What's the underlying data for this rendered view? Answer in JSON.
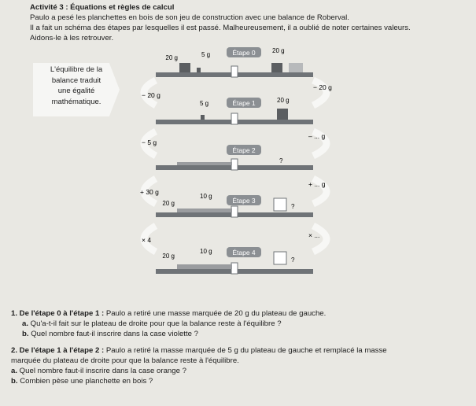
{
  "header": {
    "title": "Activité 3 : Équations et règles de calcul",
    "lines": [
      "Paulo a pesé les planchettes en bois de son jeu de construction avec une balance de Roberval.",
      "Il a fait un schéma des étapes par lesquelles il est passé. Malheureusement, il a oublié de noter certaines valeurs.",
      "Aidons-le à les retrouver."
    ]
  },
  "sidebar": {
    "lines": [
      "L'équilibre de la",
      "balance traduit",
      "une égalité",
      "mathématique."
    ]
  },
  "steps": [
    {
      "label": "Étape 0",
      "left_weights": [
        "20 g",
        "5 g"
      ],
      "right_weights": [
        "20 g"
      ]
    },
    {
      "label": "Étape 1",
      "left_weights": [
        "5 g"
      ],
      "right_weights": [
        "20 g"
      ]
    },
    {
      "label": "Étape 2",
      "right_unknown": "?"
    },
    {
      "label": "Étape 3",
      "left_weights": [
        "20 g",
        "10 g"
      ],
      "right_unknown": "?"
    },
    {
      "label": "Étape 4",
      "left_weights": [
        "20 g",
        "10 g"
      ],
      "right_unknown": "?"
    }
  ],
  "arrows": [
    {
      "left": "− 20 g",
      "right": "− 20 g"
    },
    {
      "left": "− 5 g",
      "right": "– ... g"
    },
    {
      "left": "+ 30 g",
      "right": "+ ... g"
    },
    {
      "left": "× 4",
      "right": "× ..."
    }
  ],
  "right_ops": [
    "– ... g"
  ],
  "colors": {
    "step_badge": "#8b8f93",
    "beam": "#6f7377",
    "plank": "#9a9c9f",
    "arrow": "#e9e8e3"
  },
  "questions": [
    {
      "bold": "1. De l'étape 0 à l'étape 1 :",
      "text": " Paulo a retiré une masse marquée de 20 g du plateau de gauche."
    },
    {
      "bold": "a.",
      "text": " Qu'a-t-il fait sur le plateau de droite pour que la balance reste à l'équilibre ?"
    },
    {
      "bold": "b.",
      "text": " Quel nombre faut-il inscrire dans la case violette ?"
    },
    {
      "bold": "2. De l'étape 1 à l'étape 2 :",
      "text": " Paulo a retiré la masse marquée de 5 g du plateau de gauche et remplacé la masse"
    },
    {
      "bold": "",
      "text": "marquée du plateau de droite pour que la balance reste à l'équilibre."
    },
    {
      "bold": "a.",
      "text": " Quel nombre faut-il inscrire dans la case orange ?"
    },
    {
      "bold": "b.",
      "text": " Combien pèse une planchette en bois ?"
    }
  ]
}
